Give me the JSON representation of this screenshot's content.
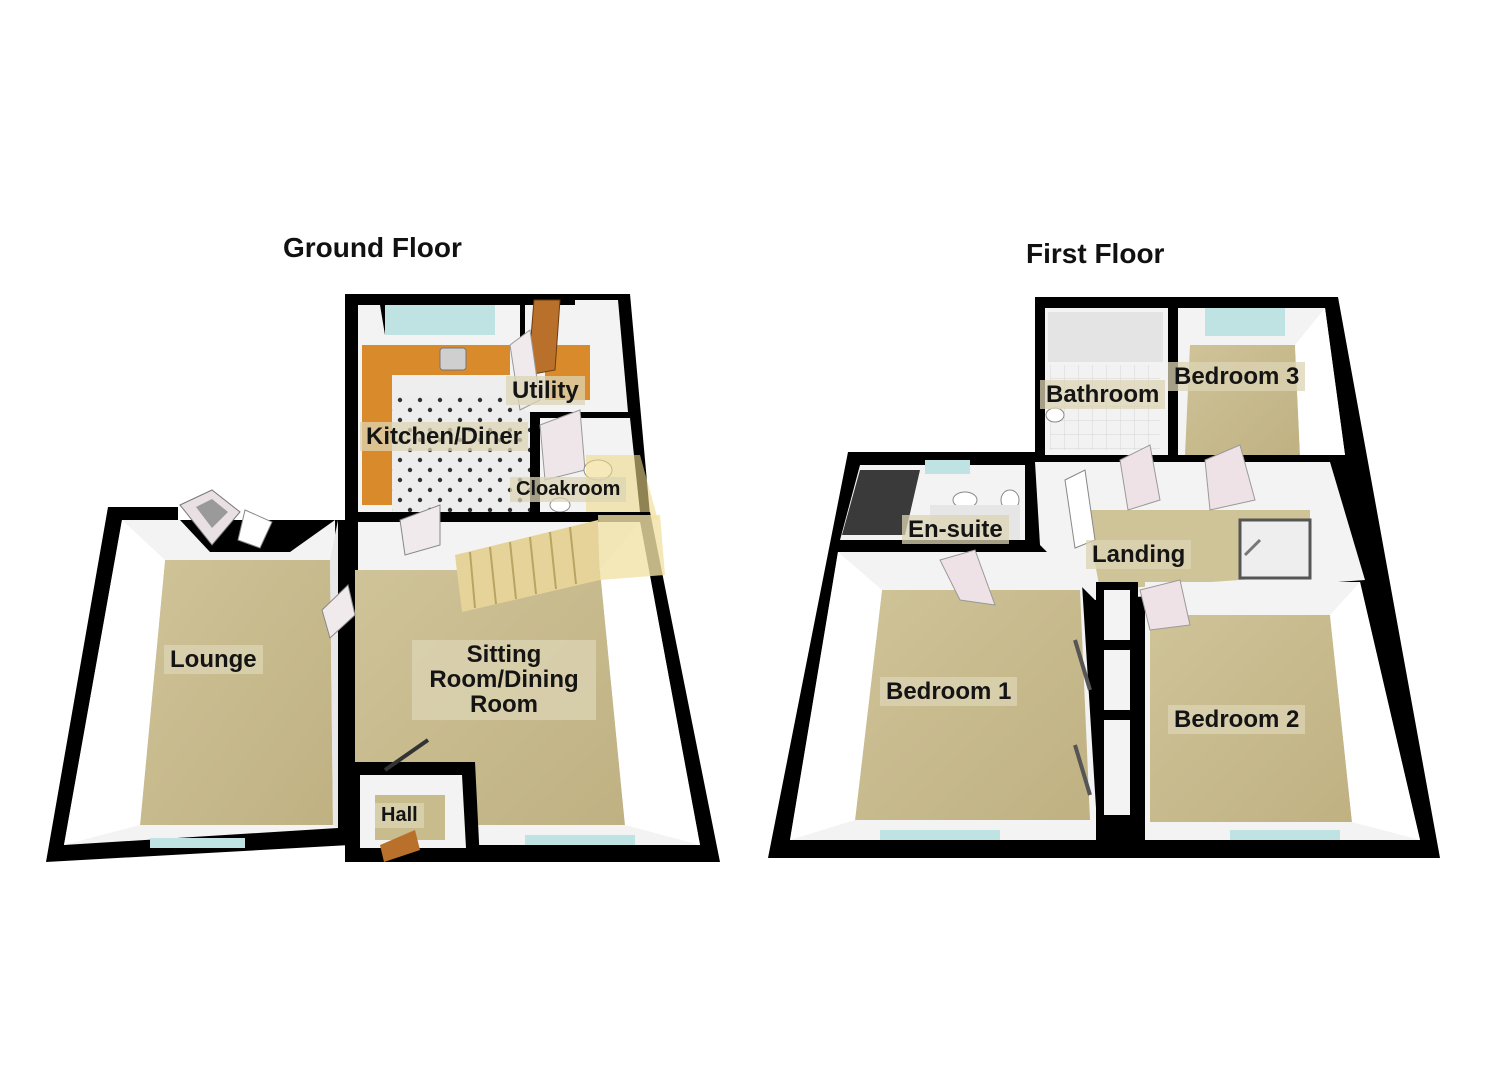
{
  "floors": [
    {
      "title": "Ground Floor",
      "rooms": [
        "Lounge",
        "Sitting Room/Dining Room",
        "Kitchen/Diner",
        "Utility",
        "Cloakroom",
        "Hall"
      ]
    },
    {
      "title": "First Floor",
      "rooms": [
        "Bathroom",
        "Bedroom 3",
        "En-suite",
        "Landing",
        "Bedroom 1",
        "Bedroom 2"
      ]
    }
  ],
  "labels": {
    "ground_floor": "Ground Floor",
    "first_floor": "First Floor",
    "lounge": "Lounge",
    "sitting_room_line1": "Sitting",
    "sitting_room_line2": "Room/Dining",
    "sitting_room_line3": "Room",
    "kitchen": "Kitchen/Diner",
    "utility": "Utility",
    "cloakroom": "Cloakroom",
    "hall": "Hall",
    "bathroom": "Bathroom",
    "bedroom3": "Bedroom 3",
    "ensuite": "En-suite",
    "landing": "Landing",
    "bedroom1": "Bedroom 1",
    "bedroom2": "Bedroom 2"
  },
  "colors": {
    "wall": "#000000",
    "inner_wall": "#f3f3f3",
    "carpet": "#c8bb8c",
    "kitchen_counter": "#d98a2a",
    "tile_floor": "#e9e9e9",
    "stairs": "#e5d49a",
    "window": "#bfe3e3",
    "door": "#ece0e4"
  }
}
